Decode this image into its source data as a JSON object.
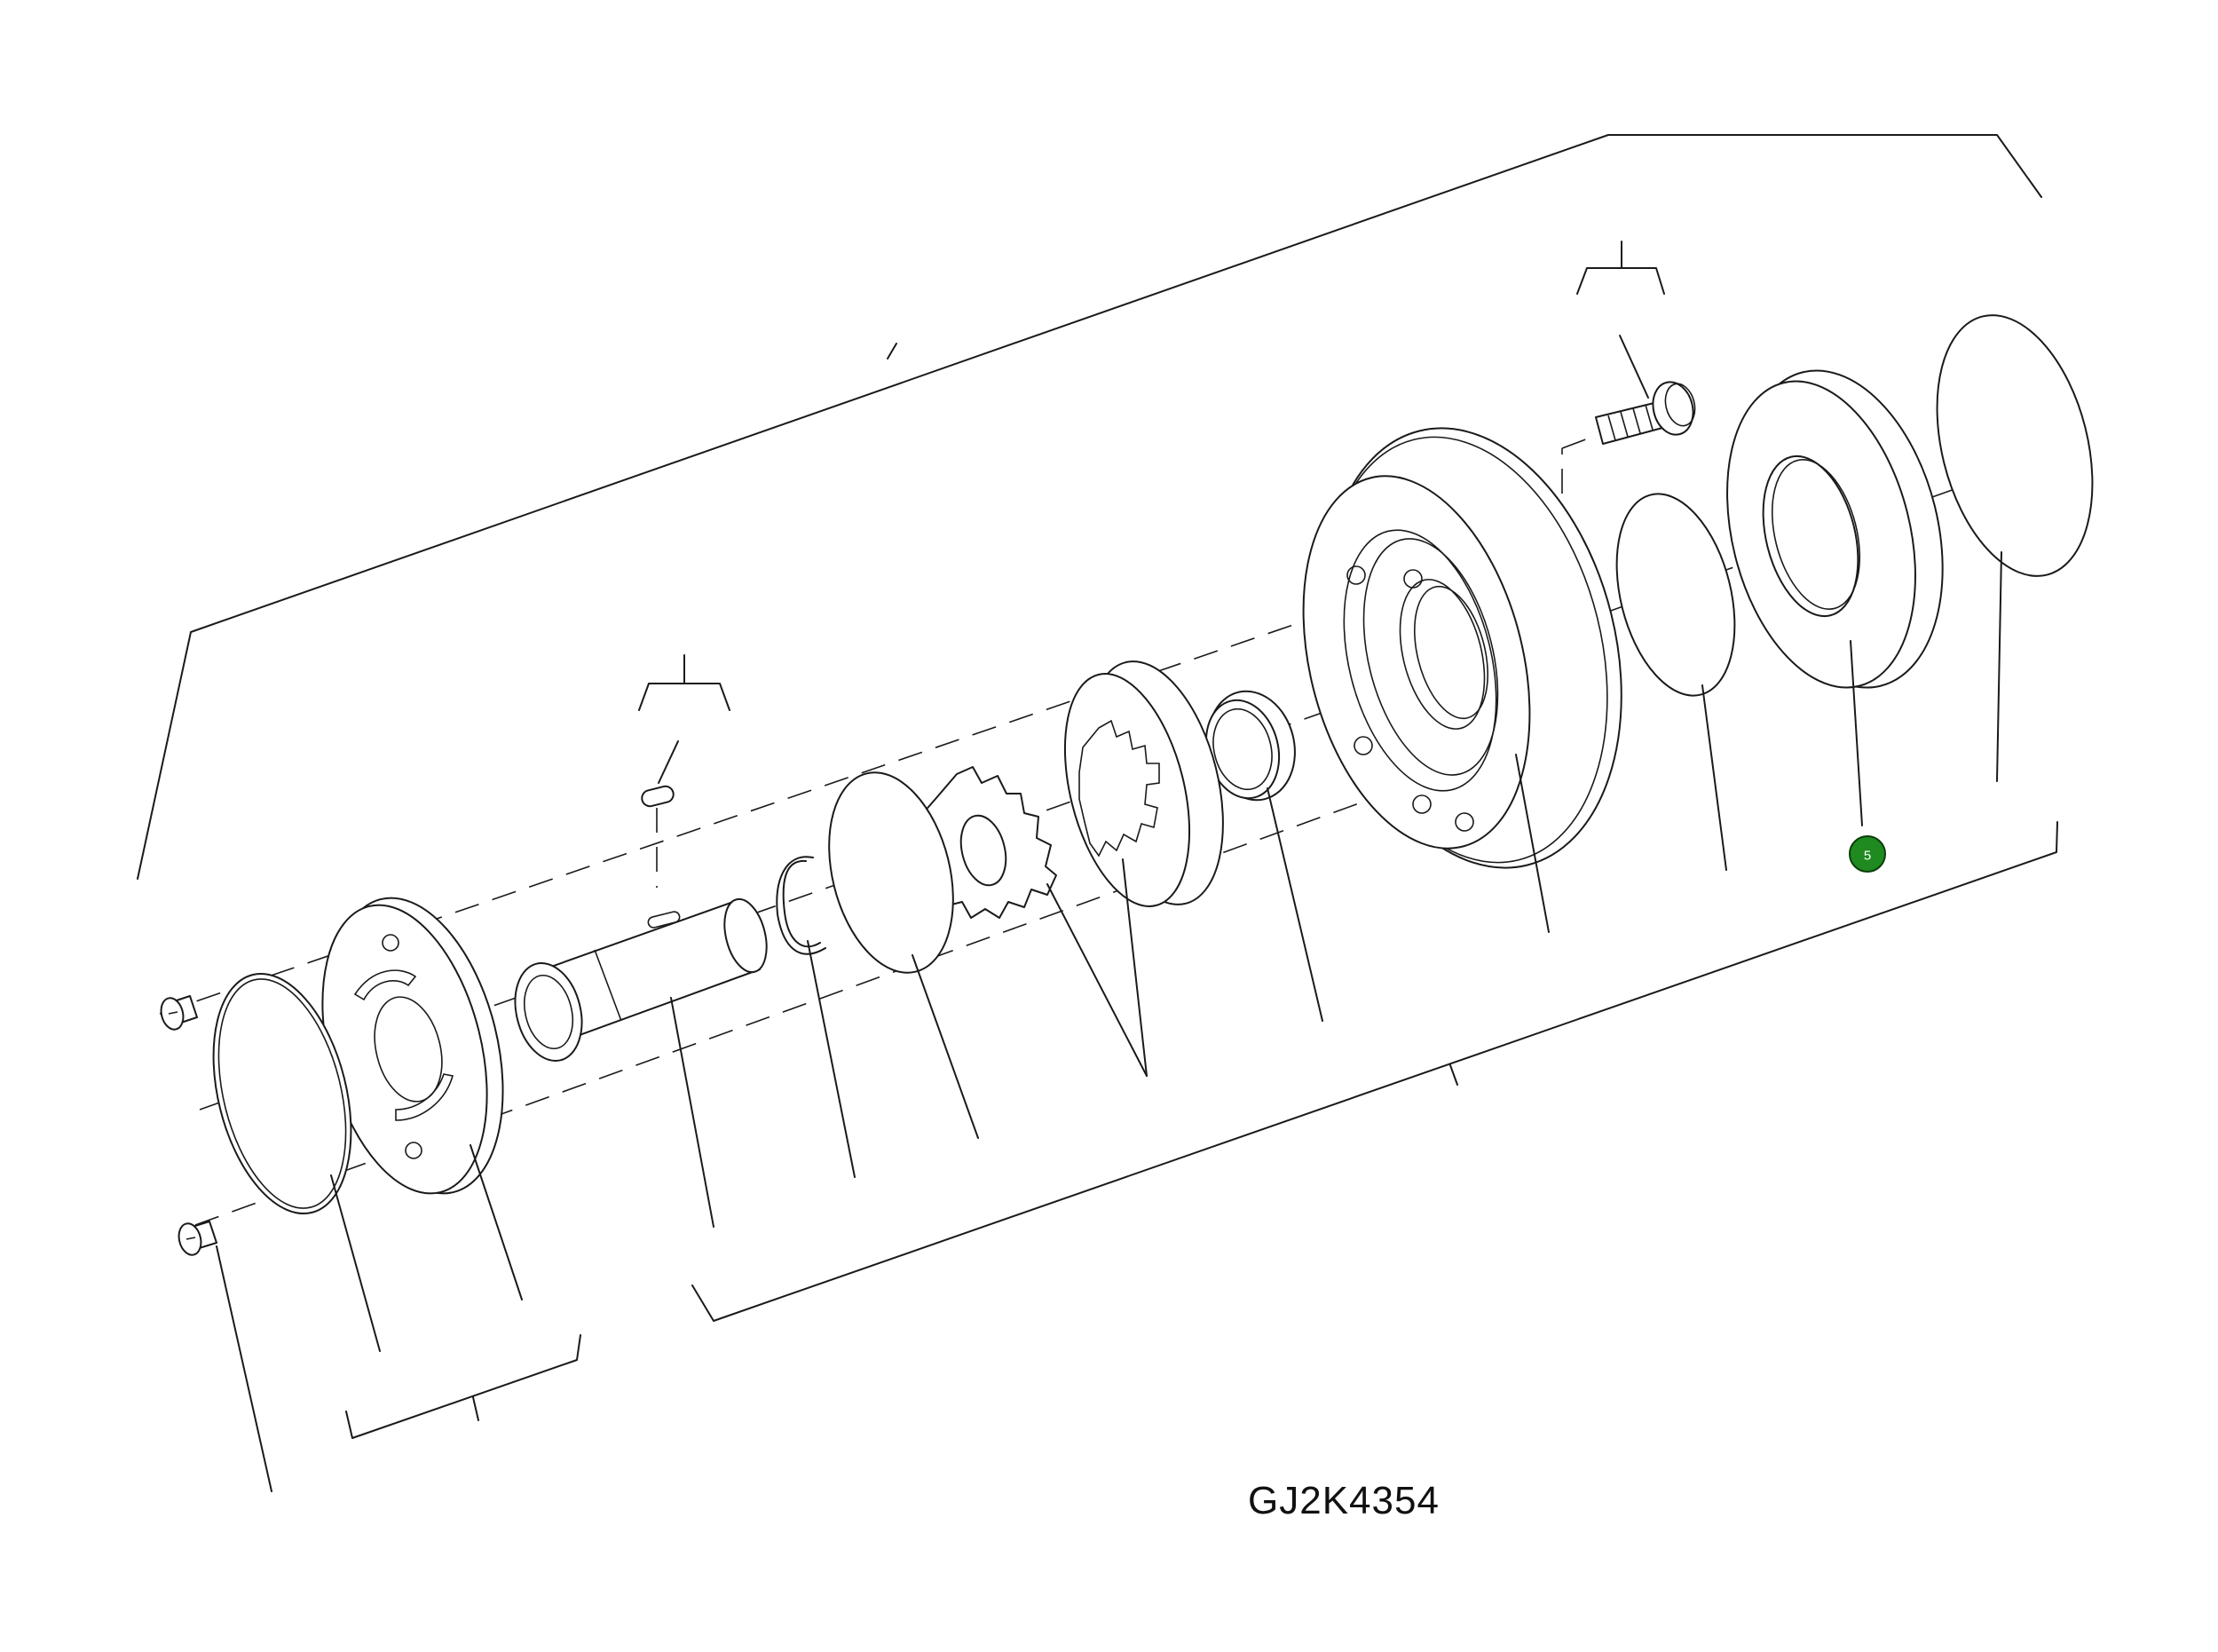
{
  "figure_code": "GJ2K4354",
  "callouts": [
    {
      "id": "5",
      "label": "5",
      "color": "#1f8a1f",
      "interactive": true
    }
  ],
  "parts": [
    "bearing-ring-outer",
    "seal-disc-large",
    "gasket-ring",
    "bearing-housing",
    "cap-screw",
    "sleeve-bushing",
    "internal-gear-ring",
    "drive-gear",
    "thrust-disc",
    "snap-ring",
    "splined-shaft",
    "key",
    "end-cover-plate",
    "o-ring",
    "flat-head-screw-upper",
    "flat-head-screw-lower"
  ]
}
